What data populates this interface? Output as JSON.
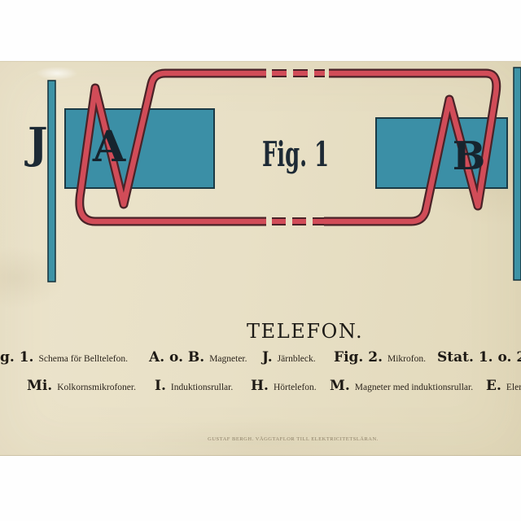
{
  "figure": {
    "fig_label": "Fig. 1",
    "iron_plate_label": "J",
    "magnet_a_label": "A",
    "magnet_b_label": "B"
  },
  "legend": {
    "title": "TELEFON.",
    "row1": [
      {
        "key": "g. 1.",
        "desc": "Schema för Belltelefon."
      },
      {
        "key": "A. o. B.",
        "desc": "Magneter."
      },
      {
        "key": "J.",
        "desc": "Järnbleck."
      },
      {
        "key": "Fig. 2.",
        "desc": "Mikrofon."
      },
      {
        "key": "Stat. 1. o. 2.",
        "desc": ""
      }
    ],
    "row2": [
      {
        "key": "Mi.",
        "desc": "Kolkornsmikrofoner."
      },
      {
        "key": "I.",
        "desc": "Induktionsrullar."
      },
      {
        "key": "H.",
        "desc": "Hörtelefon."
      },
      {
        "key": "M.",
        "desc": "Magneter med induktionsrullar."
      },
      {
        "key": "E.",
        "desc": "Elem"
      }
    ]
  },
  "imprint": "GUSTAF BERGH.  VÄGGTAFLOR TILL ELEKTRICITETSLÄRAN.",
  "colors": {
    "paper": "#e8e0c6",
    "teal": "#3e92a8",
    "wire_red": "#d14c58",
    "wire_outline": "#4a2328",
    "ink": "#1d2a35"
  }
}
